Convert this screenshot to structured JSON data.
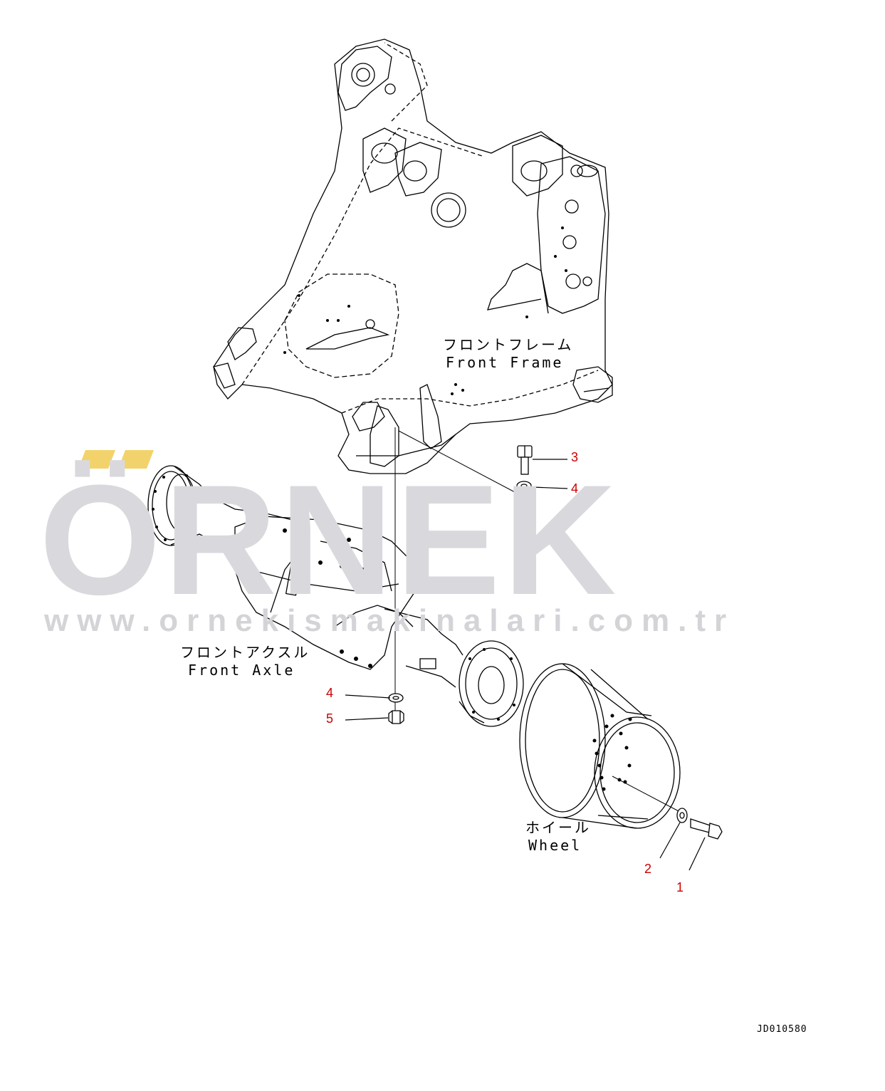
{
  "watermark": {
    "brand": "ÖRNEK",
    "url": "www.ornekismakinalari.com.tr"
  },
  "labels": {
    "front_frame_jp": "フロントフレーム",
    "front_frame_en": "Front Frame",
    "front_axle_jp": "フロントアクスル",
    "front_axle_en": "Front Axle",
    "wheel_jp": "ホイール",
    "wheel_en": "Wheel"
  },
  "callouts": {
    "bolt_1": "1",
    "washer_2": "2",
    "bolt_3": "3",
    "washer_4_upper": "4",
    "washer_4_lower": "4",
    "nut_5": "5"
  },
  "drawing_number": "JD010580",
  "colors": {
    "line": "#000000",
    "callout": "#cc0000",
    "watermark": "#d9d9dd",
    "accent": "#f2d36b"
  }
}
